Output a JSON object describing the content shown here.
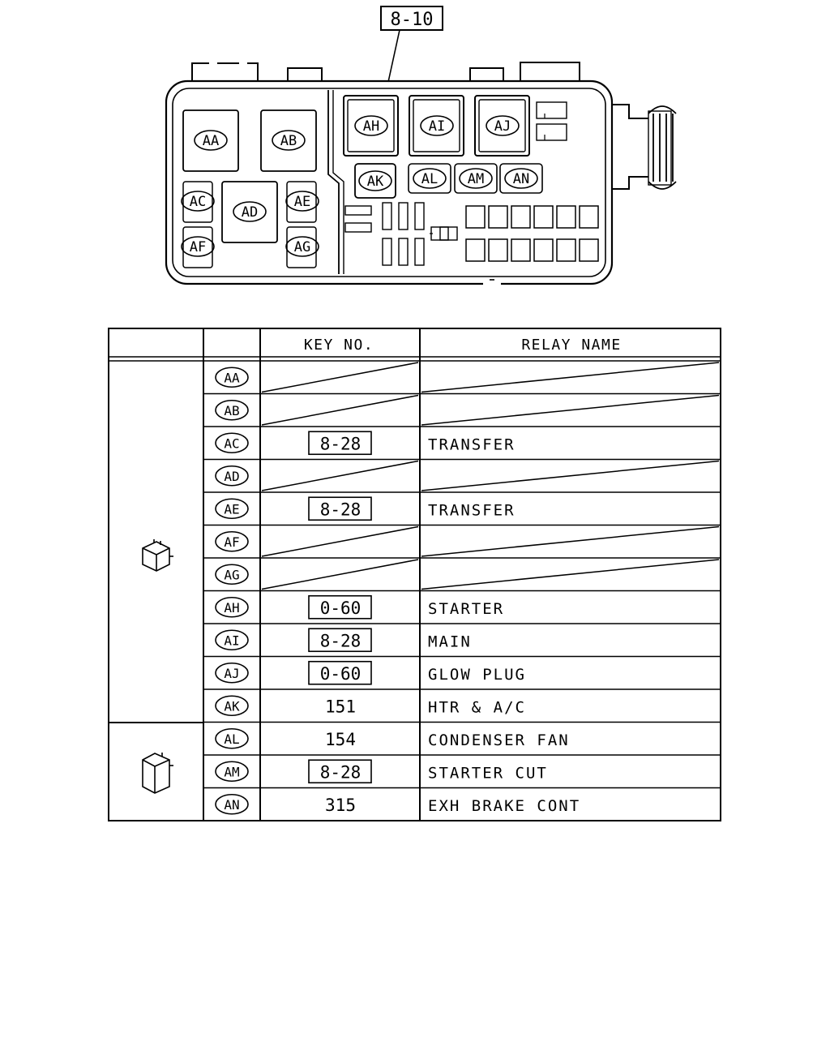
{
  "diagram": {
    "reference_label": "8-10",
    "relay_labels": [
      "AA",
      "AB",
      "AC",
      "AD",
      "AE",
      "AF",
      "AG",
      "AH",
      "AI",
      "AJ",
      "AK",
      "AL",
      "AM",
      "AN"
    ]
  },
  "table": {
    "headers": {
      "key_no": "KEY NO.",
      "relay_name": "RELAY NAME"
    },
    "groups": [
      {
        "icon": "relay-cube-icon",
        "rows": 11
      },
      {
        "icon": "relay-tall-icon",
        "rows": 3
      }
    ],
    "rows": [
      {
        "id": "AA",
        "key_no": "",
        "boxed": false,
        "relay_name": ""
      },
      {
        "id": "AB",
        "key_no": "",
        "boxed": false,
        "relay_name": ""
      },
      {
        "id": "AC",
        "key_no": "8-28",
        "boxed": true,
        "relay_name": "TRANSFER"
      },
      {
        "id": "AD",
        "key_no": "",
        "boxed": false,
        "relay_name": ""
      },
      {
        "id": "AE",
        "key_no": "8-28",
        "boxed": true,
        "relay_name": "TRANSFER"
      },
      {
        "id": "AF",
        "key_no": "",
        "boxed": false,
        "relay_name": ""
      },
      {
        "id": "AG",
        "key_no": "",
        "boxed": false,
        "relay_name": ""
      },
      {
        "id": "AH",
        "key_no": "0-60",
        "boxed": true,
        "relay_name": "STARTER"
      },
      {
        "id": "AI",
        "key_no": "8-28",
        "boxed": true,
        "relay_name": "MAIN"
      },
      {
        "id": "AJ",
        "key_no": "0-60",
        "boxed": true,
        "relay_name": "GLOW PLUG"
      },
      {
        "id": "AK",
        "key_no": "151",
        "boxed": false,
        "relay_name": "HTR & A/C"
      },
      {
        "id": "AL",
        "key_no": "154",
        "boxed": false,
        "relay_name": "CONDENSER FAN"
      },
      {
        "id": "AM",
        "key_no": "8-28",
        "boxed": true,
        "relay_name": "STARTER CUT"
      },
      {
        "id": "AN",
        "key_no": "315",
        "boxed": false,
        "relay_name": "EXH BRAKE CONT"
      }
    ]
  }
}
